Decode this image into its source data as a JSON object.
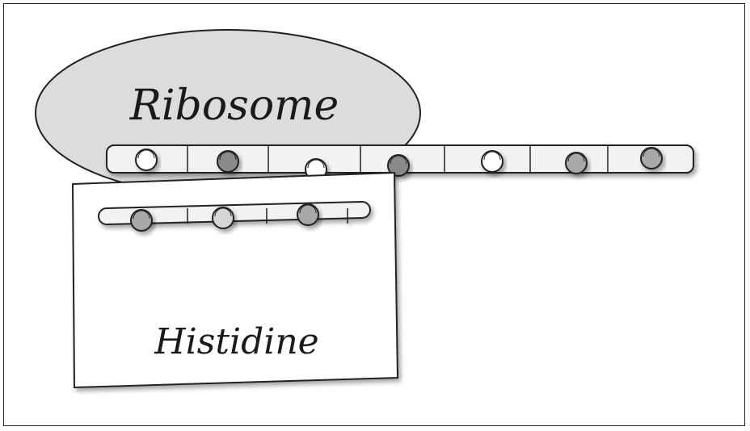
{
  "labels": {
    "ribosome": "Ribosome",
    "histidine": "Histidine"
  },
  "colors": {
    "ribosome_fill": "#dcdcdc",
    "strand_fill": "#f2f2f2",
    "bead_white": "#ffffff",
    "bead_light": "#d6d6d6",
    "bead_gray": "#a8a8a8",
    "bead_dark": "#8a8a8a",
    "outline": "#222222"
  },
  "mrna_beads": [
    "white",
    "dark",
    "white",
    "dark",
    "white",
    "gray",
    "gray"
  ],
  "chain_beads": [
    "gray",
    "light",
    "gray"
  ]
}
